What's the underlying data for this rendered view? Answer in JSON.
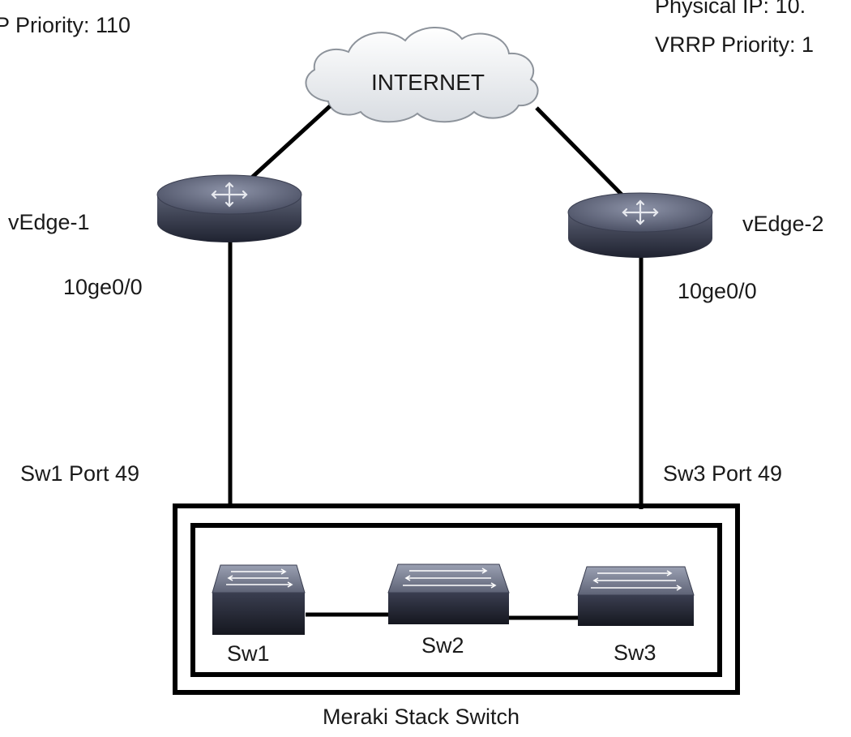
{
  "top_left_text": "P Priority: 110",
  "top_right_line1": "Physical IP: 10.",
  "top_right_line2": "VRRP Priority: 1",
  "cloud_label": "INTERNET",
  "routers": [
    {
      "name": "vEdge-1",
      "port": "10ge0/0"
    },
    {
      "name": "vEdge-2",
      "port": "10ge0/0"
    }
  ],
  "switch_ports": {
    "left": "Sw1 Port 49",
    "right": "Sw3 Port 49"
  },
  "switches": [
    "Sw1",
    "Sw2",
    "Sw3"
  ],
  "stack_label": "Meraki Stack Switch"
}
